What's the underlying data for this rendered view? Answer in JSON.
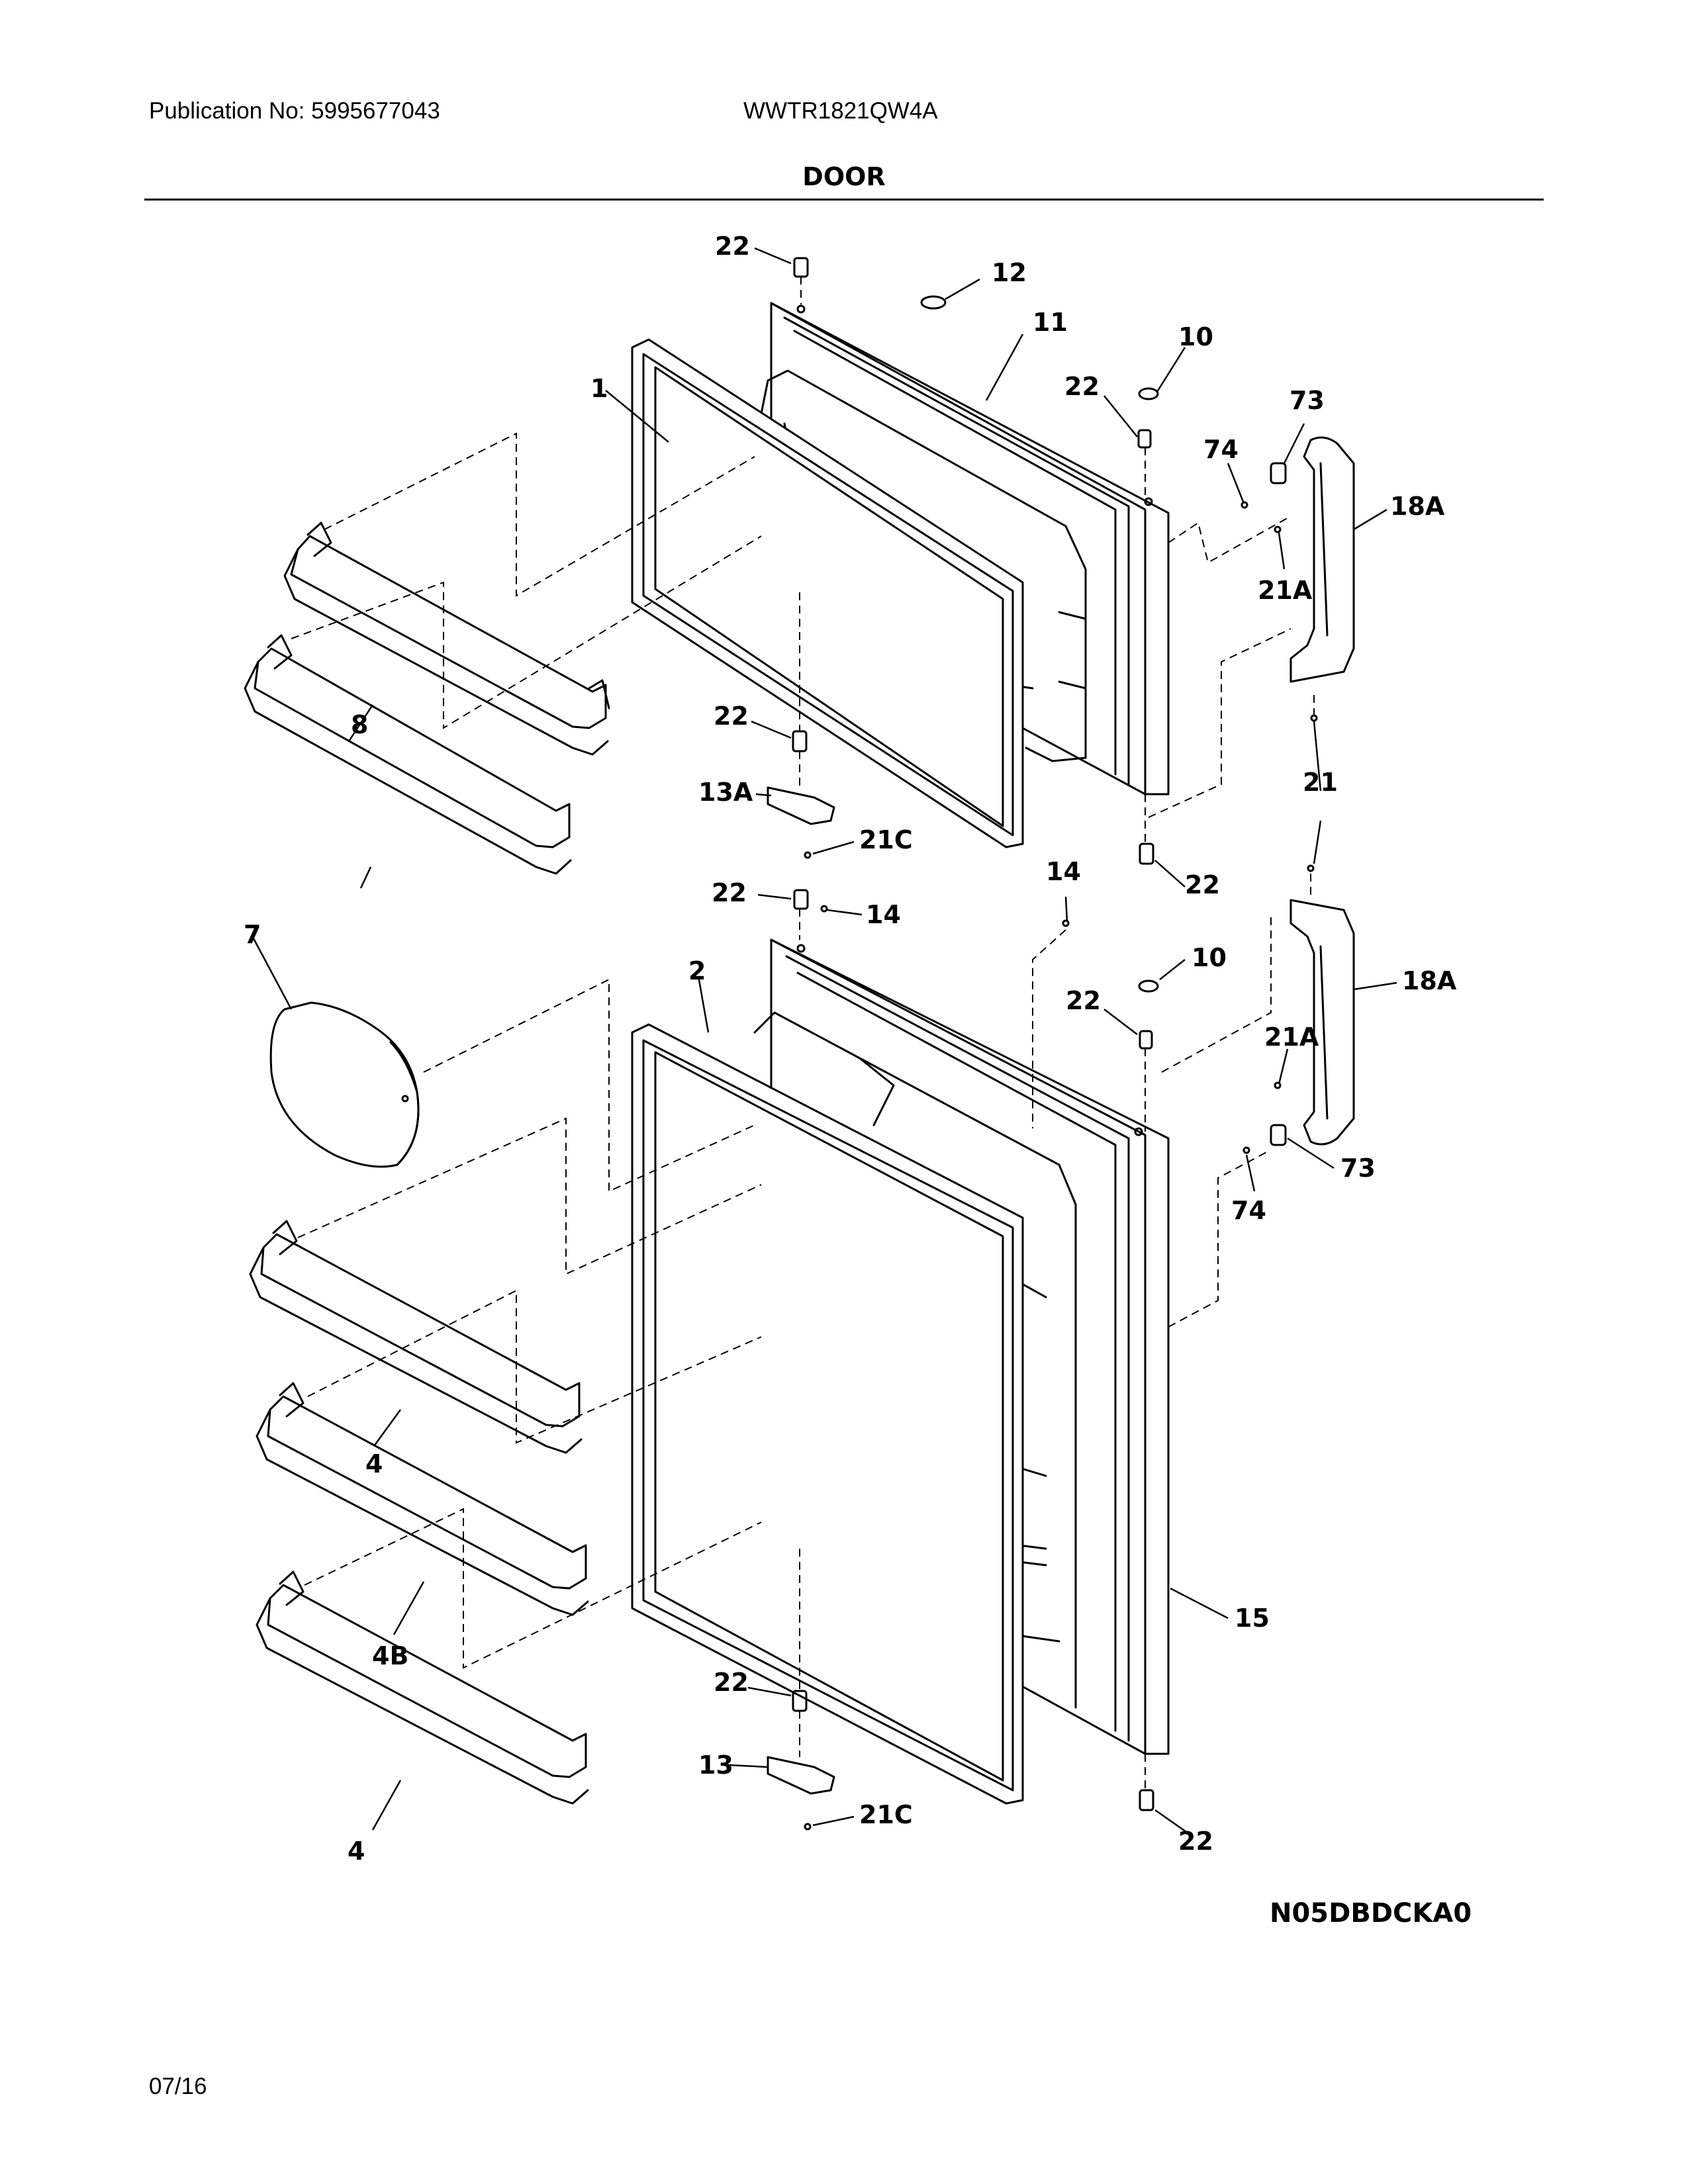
{
  "header": {
    "publication": "Publication No: 5995677043",
    "model": "WWTR1821QW4A",
    "title": "DOOR"
  },
  "footer": {
    "diagram_code": "N05DBDCKA0",
    "date": "07/16"
  },
  "callouts": {
    "c22_a": "22",
    "c12": "12",
    "c11": "11",
    "c10_a": "10",
    "c22_b": "22",
    "c1": "1",
    "c73_a": "73",
    "c74_a": "74",
    "c18a_a": "18A",
    "c21a_a": "21A",
    "c8": "8",
    "c22_c": "22",
    "c13a": "13A",
    "c21c_a": "21C",
    "c21": "21",
    "c22_d": "22",
    "c22_e": "22",
    "c14_a": "14",
    "c14_b": "14",
    "c7": "7",
    "c2": "2",
    "c10_b": "10",
    "c22_f": "22",
    "c18a_b": "18A",
    "c21a_b": "21A",
    "c73_b": "73",
    "c74_b": "74",
    "c4_a": "4",
    "c4b": "4B",
    "c15": "15",
    "c22_g": "22",
    "c13": "13",
    "c21c_b": "21C",
    "c4_b": "4",
    "c22_h": "22"
  }
}
